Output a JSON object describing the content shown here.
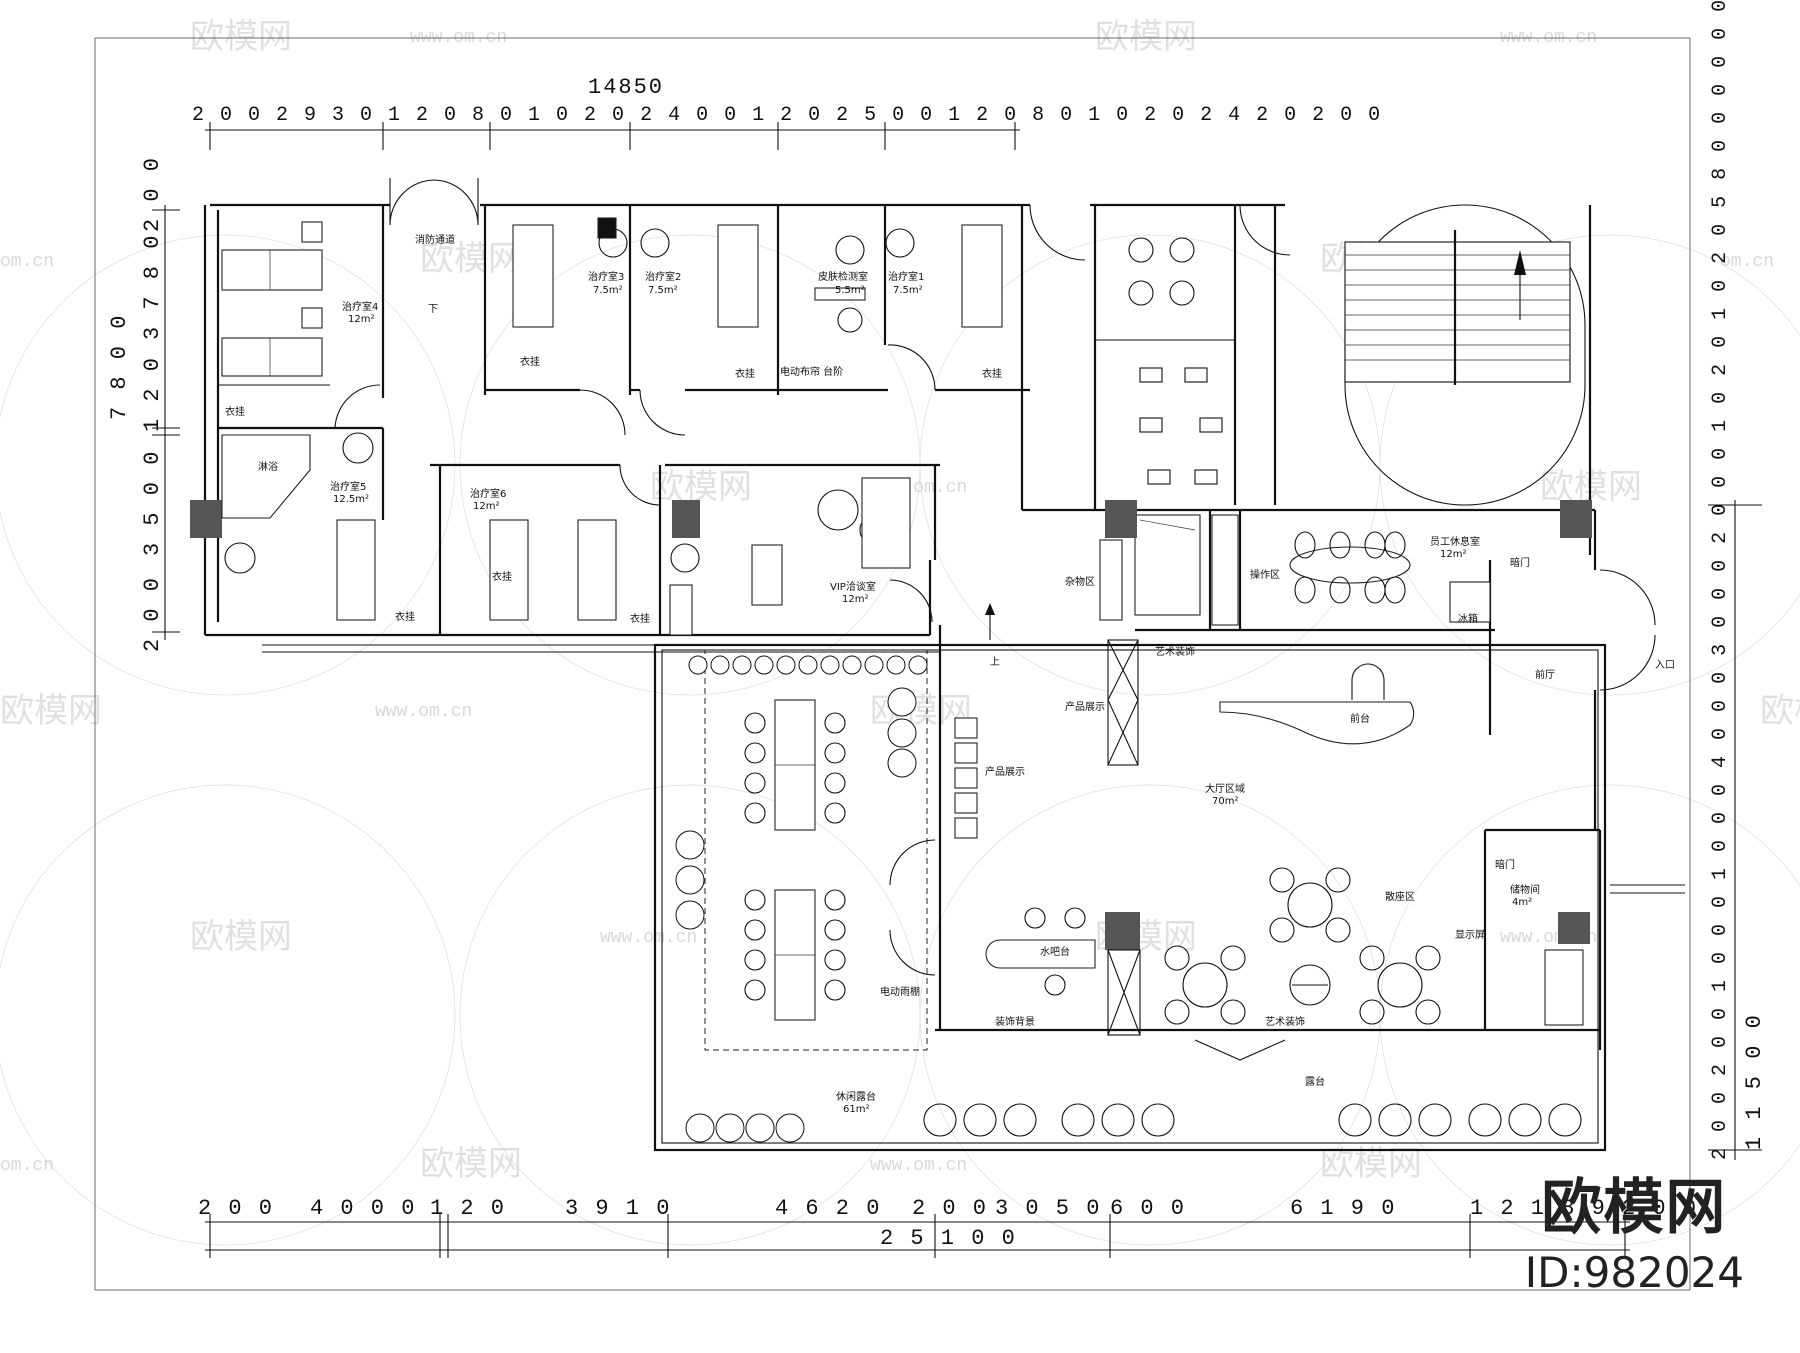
{
  "dimensions": {
    "top_total": "14850",
    "top_segments": "2 0 0   2 9 3 0 1 2 0 8 0 1 0 2 0 2 4 0 0 1 2 0 2 5 0 0 1 2 0 8 0 1 0 2 0 2 4 2 0 2 0 0",
    "left_total": "7 8 0 0",
    "left_segments": [
      "2 0 0",
      "3 7 8 0",
      "1 2 0",
      "3 5 0 0",
      "2 0 0"
    ],
    "right_total": "1 1 5 0 0",
    "right_segments": "2 0 0 2 0 0 1 0 0 0 1 0 0 0 4 0 0 0 3 0 0 0 2 0 0 0 1 0 2 0 1 0 2 0 5 8 0 0 0 0 0 0 0 0 7 0 0 0 7 0 0 0 2 0 0",
    "bottom_total": "2 5 1 0 0",
    "bottom_segments": [
      "2 0 0",
      "4 0 0 0",
      "1 2 0",
      "3 9 1 0",
      "4 6 2 0",
      "2 0 0",
      "3 0 5 0",
      "6 0 0",
      "6 1 9 0",
      "1 2 1 8 9 2 0 0"
    ]
  },
  "rooms": {
    "treatment_4": "治疗室4",
    "treatment_4_area": "12m²",
    "treatment_3": "治疗室3",
    "treatment_3_area": "7.5m²",
    "treatment_2": "治疗室2",
    "treatment_2_area": "7.5m²",
    "skin_test": "皮肤检测室",
    "skin_test_area": "5.5m²",
    "treatment_1": "治疗室1",
    "treatment_1_area": "7.5m²",
    "treatment_5": "治疗室5",
    "treatment_5_area": "12.5m²",
    "treatment_6": "治疗室6",
    "treatment_6_area": "12m²",
    "vip": "VIP洽谈室",
    "vip_area": "12m²",
    "staff_lounge": "员工休息室",
    "staff_lounge_area": "12m²",
    "operation_area": "操作区",
    "storage": "杂物区",
    "lobby": "大厅区域",
    "lobby_area": "70m²",
    "front_desk": "前台",
    "foyer": "前厅",
    "entrance": "入口",
    "leisure_terrace": "休闲露台",
    "leisure_terrace_area": "61m²",
    "terrace": "露台",
    "water_bar": "水吧台",
    "seating": "散座区",
    "storeroom": "储物间",
    "storeroom_area": "4m²",
    "dark_door": "暗门",
    "dark_door_2": "暗门",
    "product_display": "产品展示",
    "product_display_2": "产品展示",
    "art_decor": "艺术装饰",
    "art_decor_2": "艺术装饰",
    "decor_wall": "装饰背景",
    "motorized_awning": "电动雨棚",
    "display_screen": "显示屏",
    "fire_door": "消防通道",
    "shower": "淋浴",
    "coat_1": "衣挂",
    "coat_2": "衣挂",
    "coat_3": "衣挂",
    "coat_4": "衣挂",
    "coat_5": "衣挂",
    "coat_6": "衣挂",
    "coat_7": "衣挂",
    "cabinet": "电动布帘 台阶",
    "fridge": "冰箱",
    "down": "下",
    "up": "上"
  },
  "watermark": {
    "logo": "欧模网",
    "url": "www.om.cn",
    "url_short": "om.cn"
  },
  "brand": {
    "logo": "欧模网",
    "id": "ID:982024"
  }
}
